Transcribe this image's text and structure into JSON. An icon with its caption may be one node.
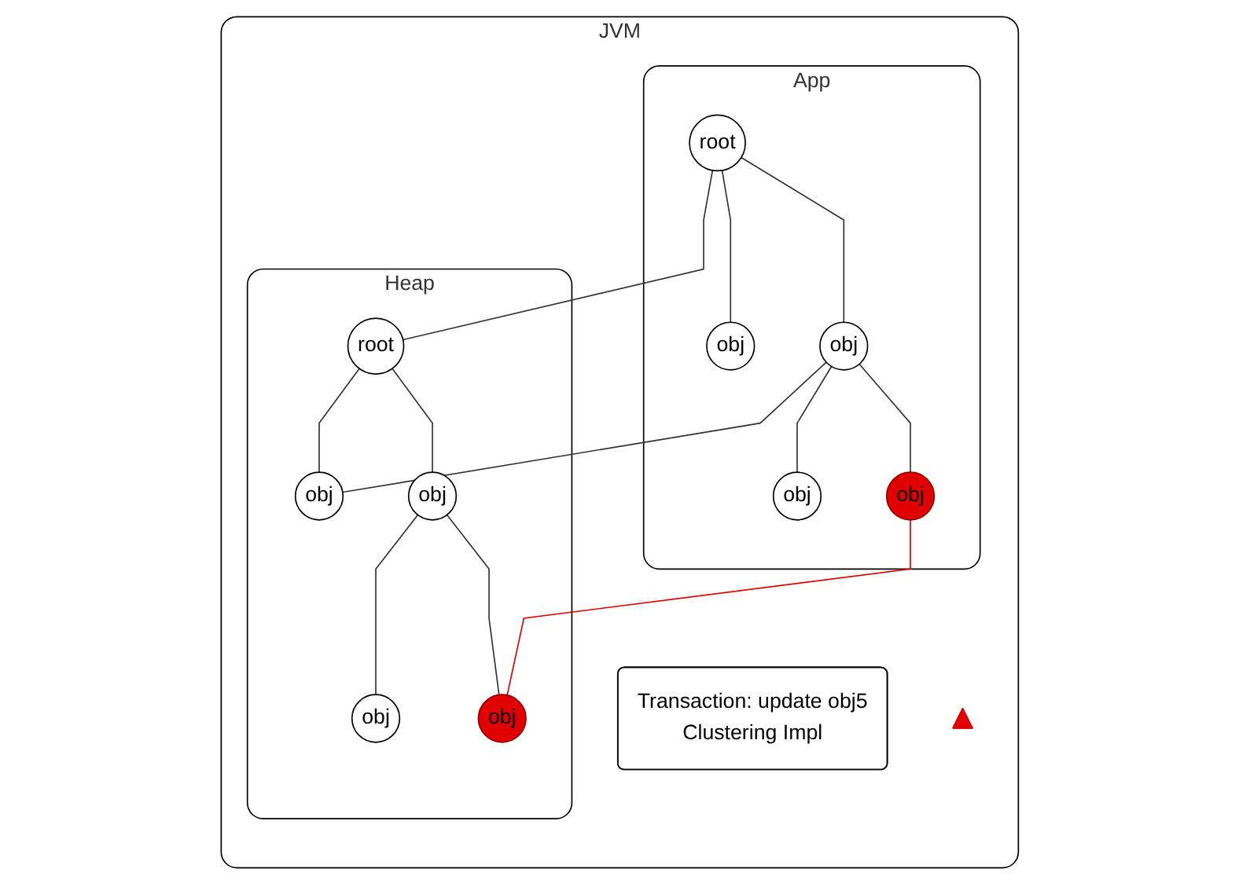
{
  "diagram": {
    "nodes": [
      {
        "text": [
          "JVM"
        ]
      },
      {
        "text": [
          "App"
        ],
        "in": 0
      },
      {
        "text": [
          "root"
        ],
        "in": 1
      },
      {
        "text": [
          "obj"
        ],
        "in": 1
      },
      {
        "text": [
          "obj"
        ],
        "in": 1
      },
      {
        "text": [
          "obj"
        ],
        "in": 1
      },
      {
        "text": [
          "obj"
        ],
        "in": 1
      },
      {
        "text": [
          "Heap"
        ],
        "in": 0
      },
      {
        "text": [
          "root"
        ],
        "in": 7
      },
      {
        "text": [
          "obj"
        ],
        "in": 7
      },
      {
        "text": [
          "obj"
        ],
        "in": 7
      },
      {
        "text": [
          "obj"
        ],
        "in": 7
      },
      {
        "text": [
          "obj"
        ],
        "in": 7
      },
      {
        "text": [
          "Transaction: update obj5",
          "Clustering Impl"
        ],
        "in": 0
      },
      {
        "text": [],
        "shape": "triangle",
        "in": 0
      }
    ],
    "edges": [
      {
        "from": 2,
        "to": 3,
        "arrow": "none"
      },
      {
        "from": 2,
        "to": 4,
        "arrow": "none"
      },
      {
        "from": 4,
        "to": 5,
        "arrow": "none"
      },
      {
        "from": 4,
        "to": 6,
        "arrow": "none"
      },
      {
        "from": 2,
        "to": 8,
        "arrow": "none"
      },
      {
        "from": 4,
        "to": 9,
        "arrow": "none"
      },
      {
        "from": 8,
        "to": 9,
        "arrow": "none"
      },
      {
        "from": 8,
        "to": 10,
        "arrow": "none"
      },
      {
        "from": 10,
        "to": 11,
        "arrow": "none"
      },
      {
        "from": 10,
        "to": 12,
        "arrow": "none"
      },
      {
        "from": 6,
        "to": 12,
        "arrow": "none",
        "color": "#e00000"
      }
    ]
  }
}
